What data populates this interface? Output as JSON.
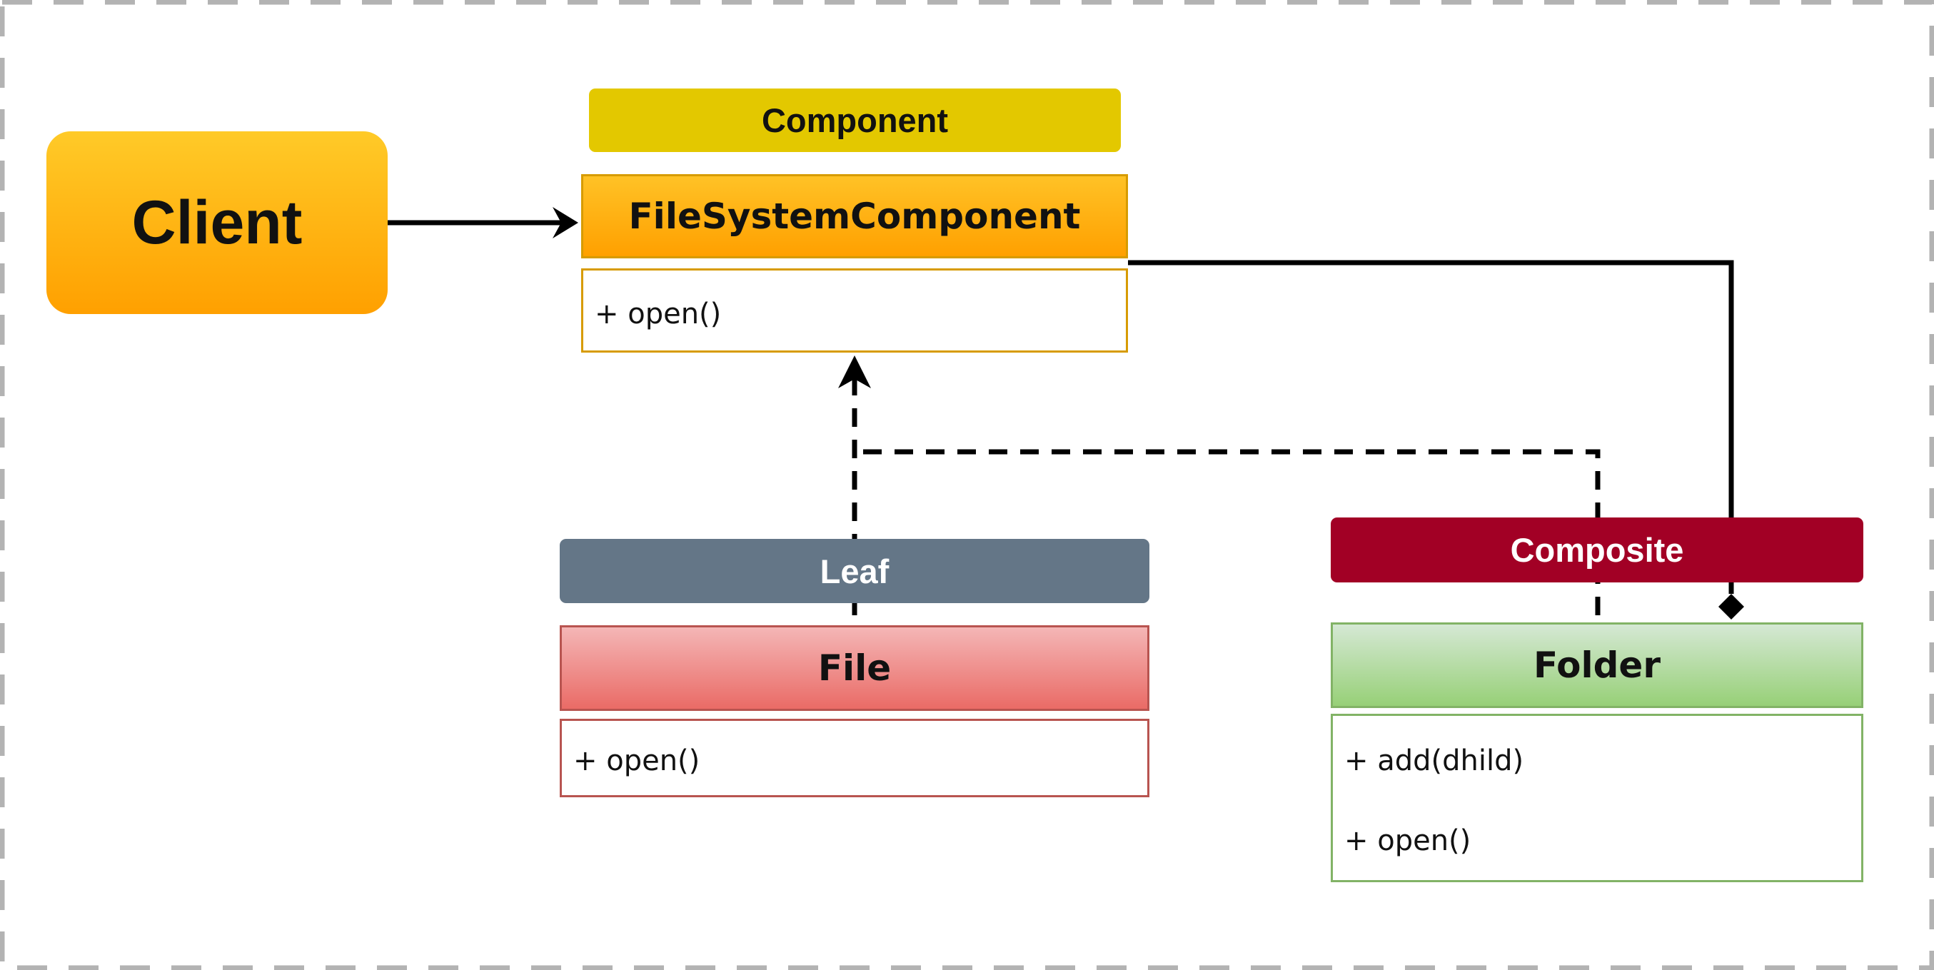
{
  "client": {
    "label": "Client"
  },
  "component": {
    "stereotype": "Component",
    "name": "FileSystemComponent",
    "methods": [
      "+ open()"
    ]
  },
  "leaf": {
    "stereotype": "Leaf",
    "name": "File",
    "methods": [
      "+ open()"
    ]
  },
  "composite": {
    "stereotype": "Composite",
    "name": "Folder",
    "methods": [
      "+ add(dhild)",
      "+ open()"
    ]
  },
  "colors": {
    "frame": "#b3b3b3",
    "connector": "#000000",
    "client_fill": "#ffa500",
    "component_label": "#e3c800",
    "leaf_label": "#647687",
    "composite_label": "#a20025",
    "component_class": "#ffa500",
    "leaf_class": "#ea6b66",
    "composite_class": "#97d077"
  }
}
